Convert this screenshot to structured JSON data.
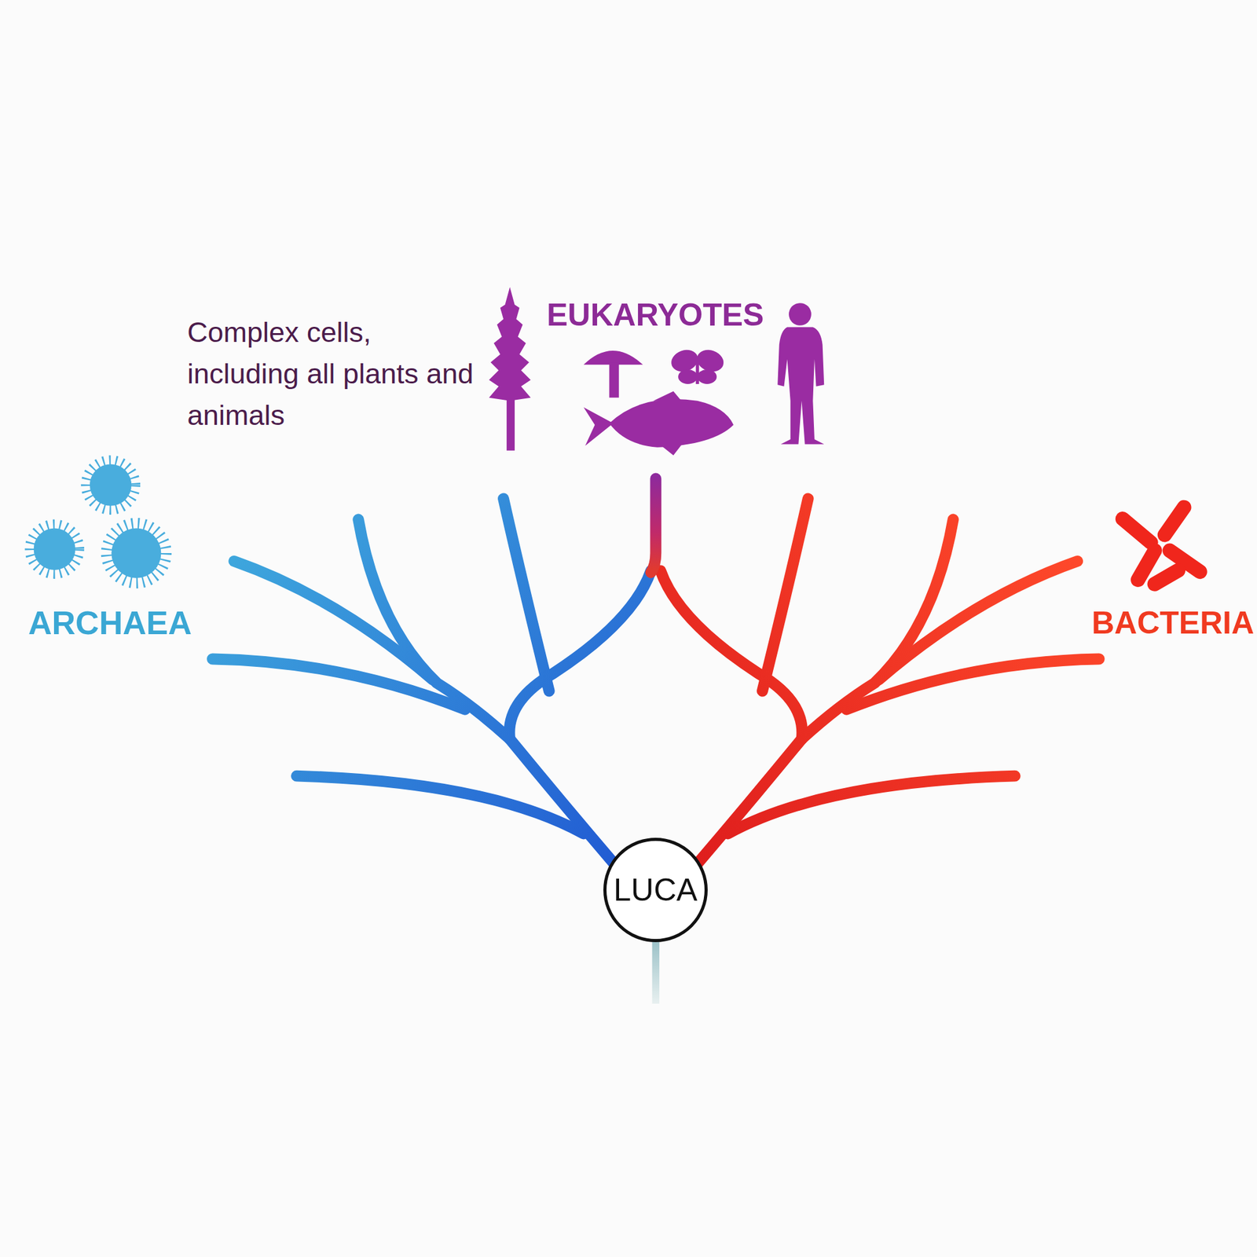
{
  "diagram": {
    "nodes": [
      {
        "text": [
          "LUCA"
        ]
      }
    ],
    "labels": [
      "EUKARYOTES",
      "Complex cells, including all plants and animals",
      "ARCHAEA",
      "BACTERIA"
    ]
  }
}
